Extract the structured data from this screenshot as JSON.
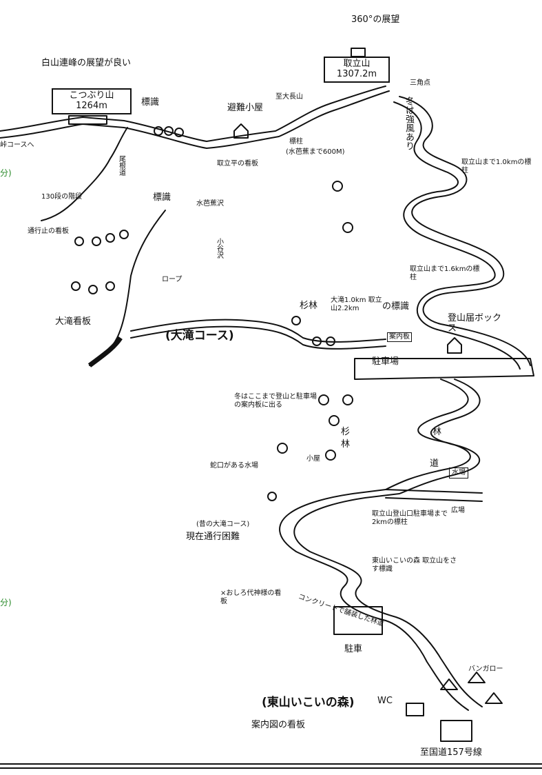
{
  "peaks": {
    "torishi": {
      "name": "取立山",
      "elevation": "1307.2m"
    },
    "kotsuburi": {
      "name": "こつぶり山",
      "elevation": "1264m"
    }
  },
  "labels": {
    "view360": "360°の展望",
    "hakusan_view": "白山連峰の展望が良い",
    "sankakuten": "三角点",
    "winter_wind": "冬は強風あり",
    "refuge_hut": "避難小屋",
    "to_ohara": "至大長山",
    "post_water": "標柱",
    "post_water_note": "(水芭蕉まで600M)",
    "hyoshiki_top": "標識",
    "torishi_sign": "取立平の看板",
    "to_peak_post": "取立山まで1.0kmの標柱",
    "pass_course": "峠コースへ",
    "ridge_path": "尾根道",
    "steps": "130段の階段",
    "closed_sign": "通行止の看板",
    "hyoshiki_mid": "標識",
    "mizubasho_sawa": "水芭蕉沢",
    "kozawa": "小谷沢",
    "rope": "ロープ",
    "waterfall_sign": "大滝看板",
    "otaki_course": "(大滝コース)",
    "post_16km": "取立山まで1.6kmの標柱",
    "cedar_top": "杉林",
    "otaki_sign_note": "大滝1.0km 取立山2.2km",
    "otaki_sign_label": "の標識",
    "info_board_small": "案内板",
    "climb_box": "登山届ボックス",
    "parking": "駐車場",
    "winter_note": "冬はここまで登山と駐車場の案内板に出る",
    "cedar_mid_1": "杉",
    "cedar_mid_2": "林",
    "hut_small": "小屋",
    "faucet_water": "蛇口がある水場",
    "forest_road_1": "林",
    "forest_road_2": "道",
    "water_box": "水場",
    "plaza": "広場",
    "post_2km": "取立山登山口駐車場まで2kmの標柱",
    "old_otaki": "(昔の大滝コース)",
    "old_otaki_note": "現在通行困難",
    "higashiyama_sign": "東山いこいの森 取立山をさす標識",
    "oshiro_sign": "×おしろ代神様の看板",
    "concrete_road": "コンクリートで舗装した林道",
    "parking_bottom": "駐車",
    "bungalow": "バンガロー",
    "forest_name": "(東山いこいの森)",
    "wc": "WC",
    "guide_map_board": "案内図の看板",
    "to_route": "至国道157号線",
    "left_edge_1": "分)",
    "left_edge_2": "分)"
  },
  "colors": {
    "ink": "#111111",
    "edge_text": "#2a8a2a"
  }
}
